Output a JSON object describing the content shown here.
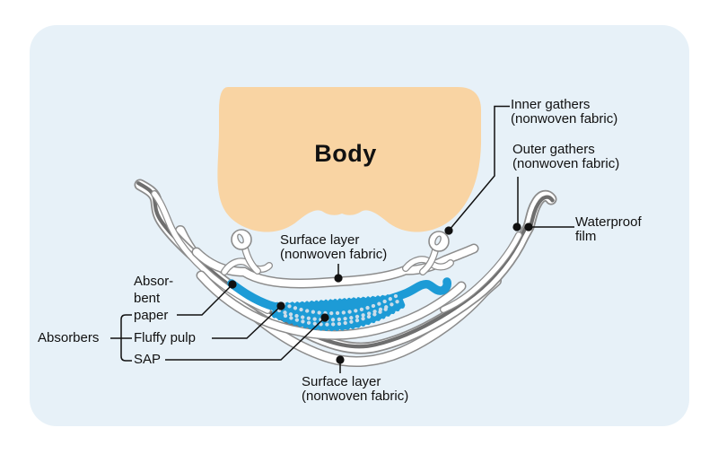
{
  "diagram": {
    "description": "Cross-section diagram of a disposable diaper structure against a body",
    "body_label": "Body",
    "labels": {
      "inner_gathers": {
        "line1": "Inner gathers",
        "line2": "(nonwoven fabric)"
      },
      "outer_gathers": {
        "line1": "Outer gathers",
        "line2": "(nonwoven fabric)"
      },
      "waterproof_film": {
        "line1": "Waterproof",
        "line2": "film"
      },
      "surface_layer_top": {
        "line1": "Surface layer",
        "line2": "(nonwoven fabric)"
      },
      "surface_layer_bottom": {
        "line1": "Surface layer",
        "line2": "(nonwoven fabric)"
      },
      "absorbent_paper": {
        "line1": "Absor-",
        "line2": "bent",
        "line3": "paper"
      },
      "absorbers_group": "Absorbers",
      "fluffy_pulp": "Fluffy pulp",
      "sap": "SAP"
    },
    "colors": {
      "panel_background": "#E7F1F8",
      "body_fill": "#F9D4A3",
      "absorber_blue": "#1D9BD6",
      "sap_dot": "#CBDCE9",
      "waterproof_film_gray": "#6E6E6E",
      "layer_outline_gray": "#8C8C8C",
      "label_line_black": "#111111",
      "layer_fill_white": "#FFFFFF"
    }
  }
}
